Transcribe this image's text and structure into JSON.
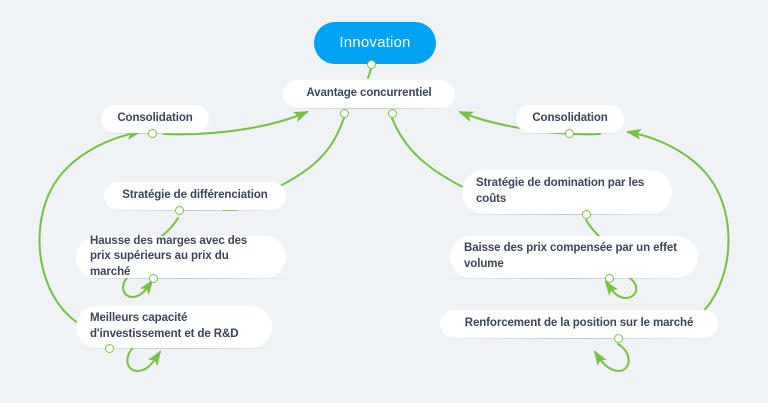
{
  "diagram": {
    "title_root": "Innovation",
    "background_color": "#eff3f6",
    "root_color": "#00a2f3",
    "node_color": "#ffffff",
    "node_text_color": "#3b4658",
    "edge_color": "#79c143",
    "type": "mind-map"
  },
  "nodes": {
    "innovation": "Innovation",
    "avantage": "Avantage concurrentiel",
    "consolidation_left": "Consolidation",
    "consolidation_right": "Consolidation",
    "strategie_differenciation": "Stratégie de différenciation",
    "strategie_domination": "Stratégie de domination par les coûts",
    "hausse_marges": "Hausse des marges avec des prix supérieurs au prix du marché",
    "baisse_prix": "Baisse des prix compensée par un effet volume",
    "meilleurs_capacite": "Meilleurs capacité d'investissement et de R&D",
    "renforcement_position": "Renforcement de la position sur le marché"
  }
}
